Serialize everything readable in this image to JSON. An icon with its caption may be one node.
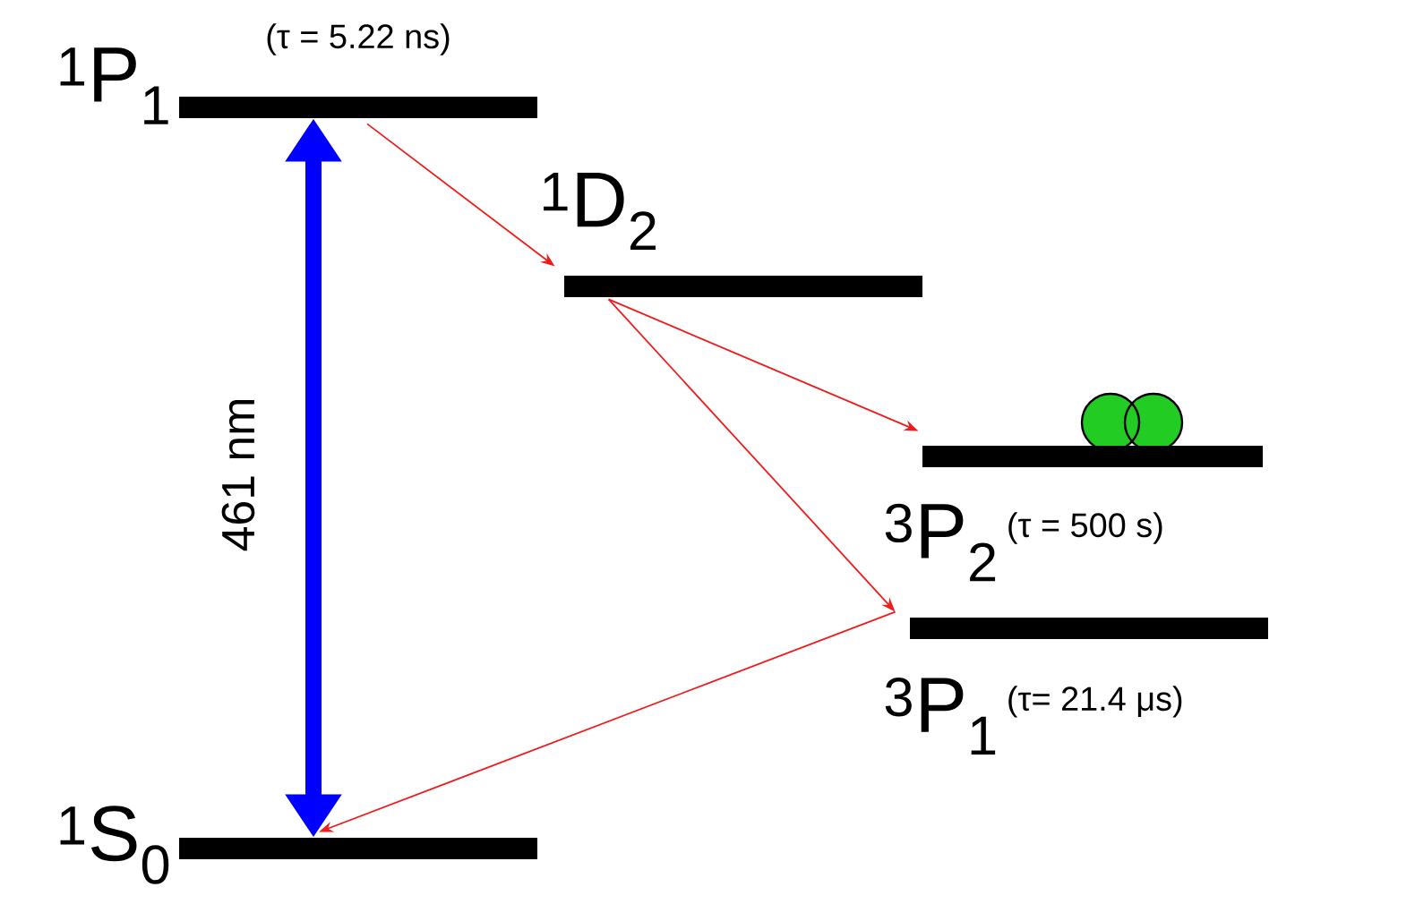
{
  "diagram": {
    "nodes": [
      {
        "text": [
          "$^{1}$P$_{1}$"
        ],
        "beside": [
          "(τ = 5.22 ns)"
        ]
      },
      {
        "text": [
          "$^{1}$D$_{2}$"
        ]
      },
      {
        "text": [
          "$^{3}$P$_{2}$"
        ],
        "beside": [
          "(τ = 500 s)"
        ]
      },
      {
        "text": [
          "$^{3}$P$_{1}$"
        ],
        "beside": [
          "(τ= 21.4 μs)"
        ]
      },
      {
        "text": [
          "$^{1}$S$_{0}$"
        ]
      }
    ],
    "edges": [
      {
        "from": 4,
        "to": 0,
        "arrow": "both",
        "label": "461 nm",
        "style": "thick",
        "color": "#0000ff"
      },
      {
        "from": 0,
        "to": 1,
        "arrow": "to"
      },
      {
        "from": 1,
        "to": 2,
        "arrow": "to"
      },
      {
        "from": 1,
        "to": 3,
        "arrow": "to"
      },
      {
        "from": 3,
        "to": 4,
        "arrow": "to"
      }
    ]
  }
}
